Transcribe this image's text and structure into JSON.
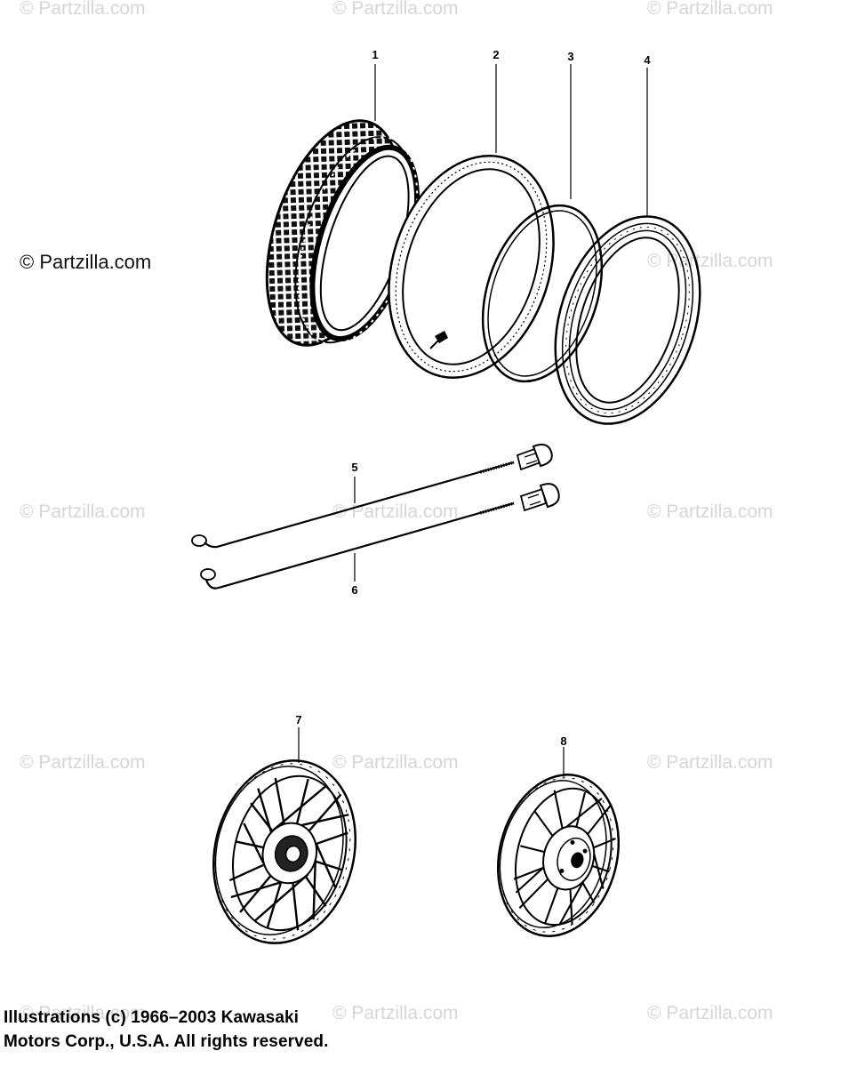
{
  "watermark": {
    "text": "© Partzilla.com",
    "strong_text": "© Partzilla.com"
  },
  "callouts": {
    "c1": "1",
    "c2": "2",
    "c3": "3",
    "c4": "4",
    "c5": "5",
    "c6": "6",
    "c7": "7",
    "c8": "8"
  },
  "parts": {
    "p1": "tire",
    "p2": "tube",
    "p3": "rim-band",
    "p4": "rim",
    "p5": "spoke-with-nipple",
    "p6": "spoke-with-nipple",
    "p7": "front-wheel",
    "p8": "rear-wheel"
  },
  "copyright": {
    "line1": "Illustrations (c) 1966–2003 Kawasaki",
    "line2": "Motors Corp., U.S.A.  All rights reserved."
  }
}
